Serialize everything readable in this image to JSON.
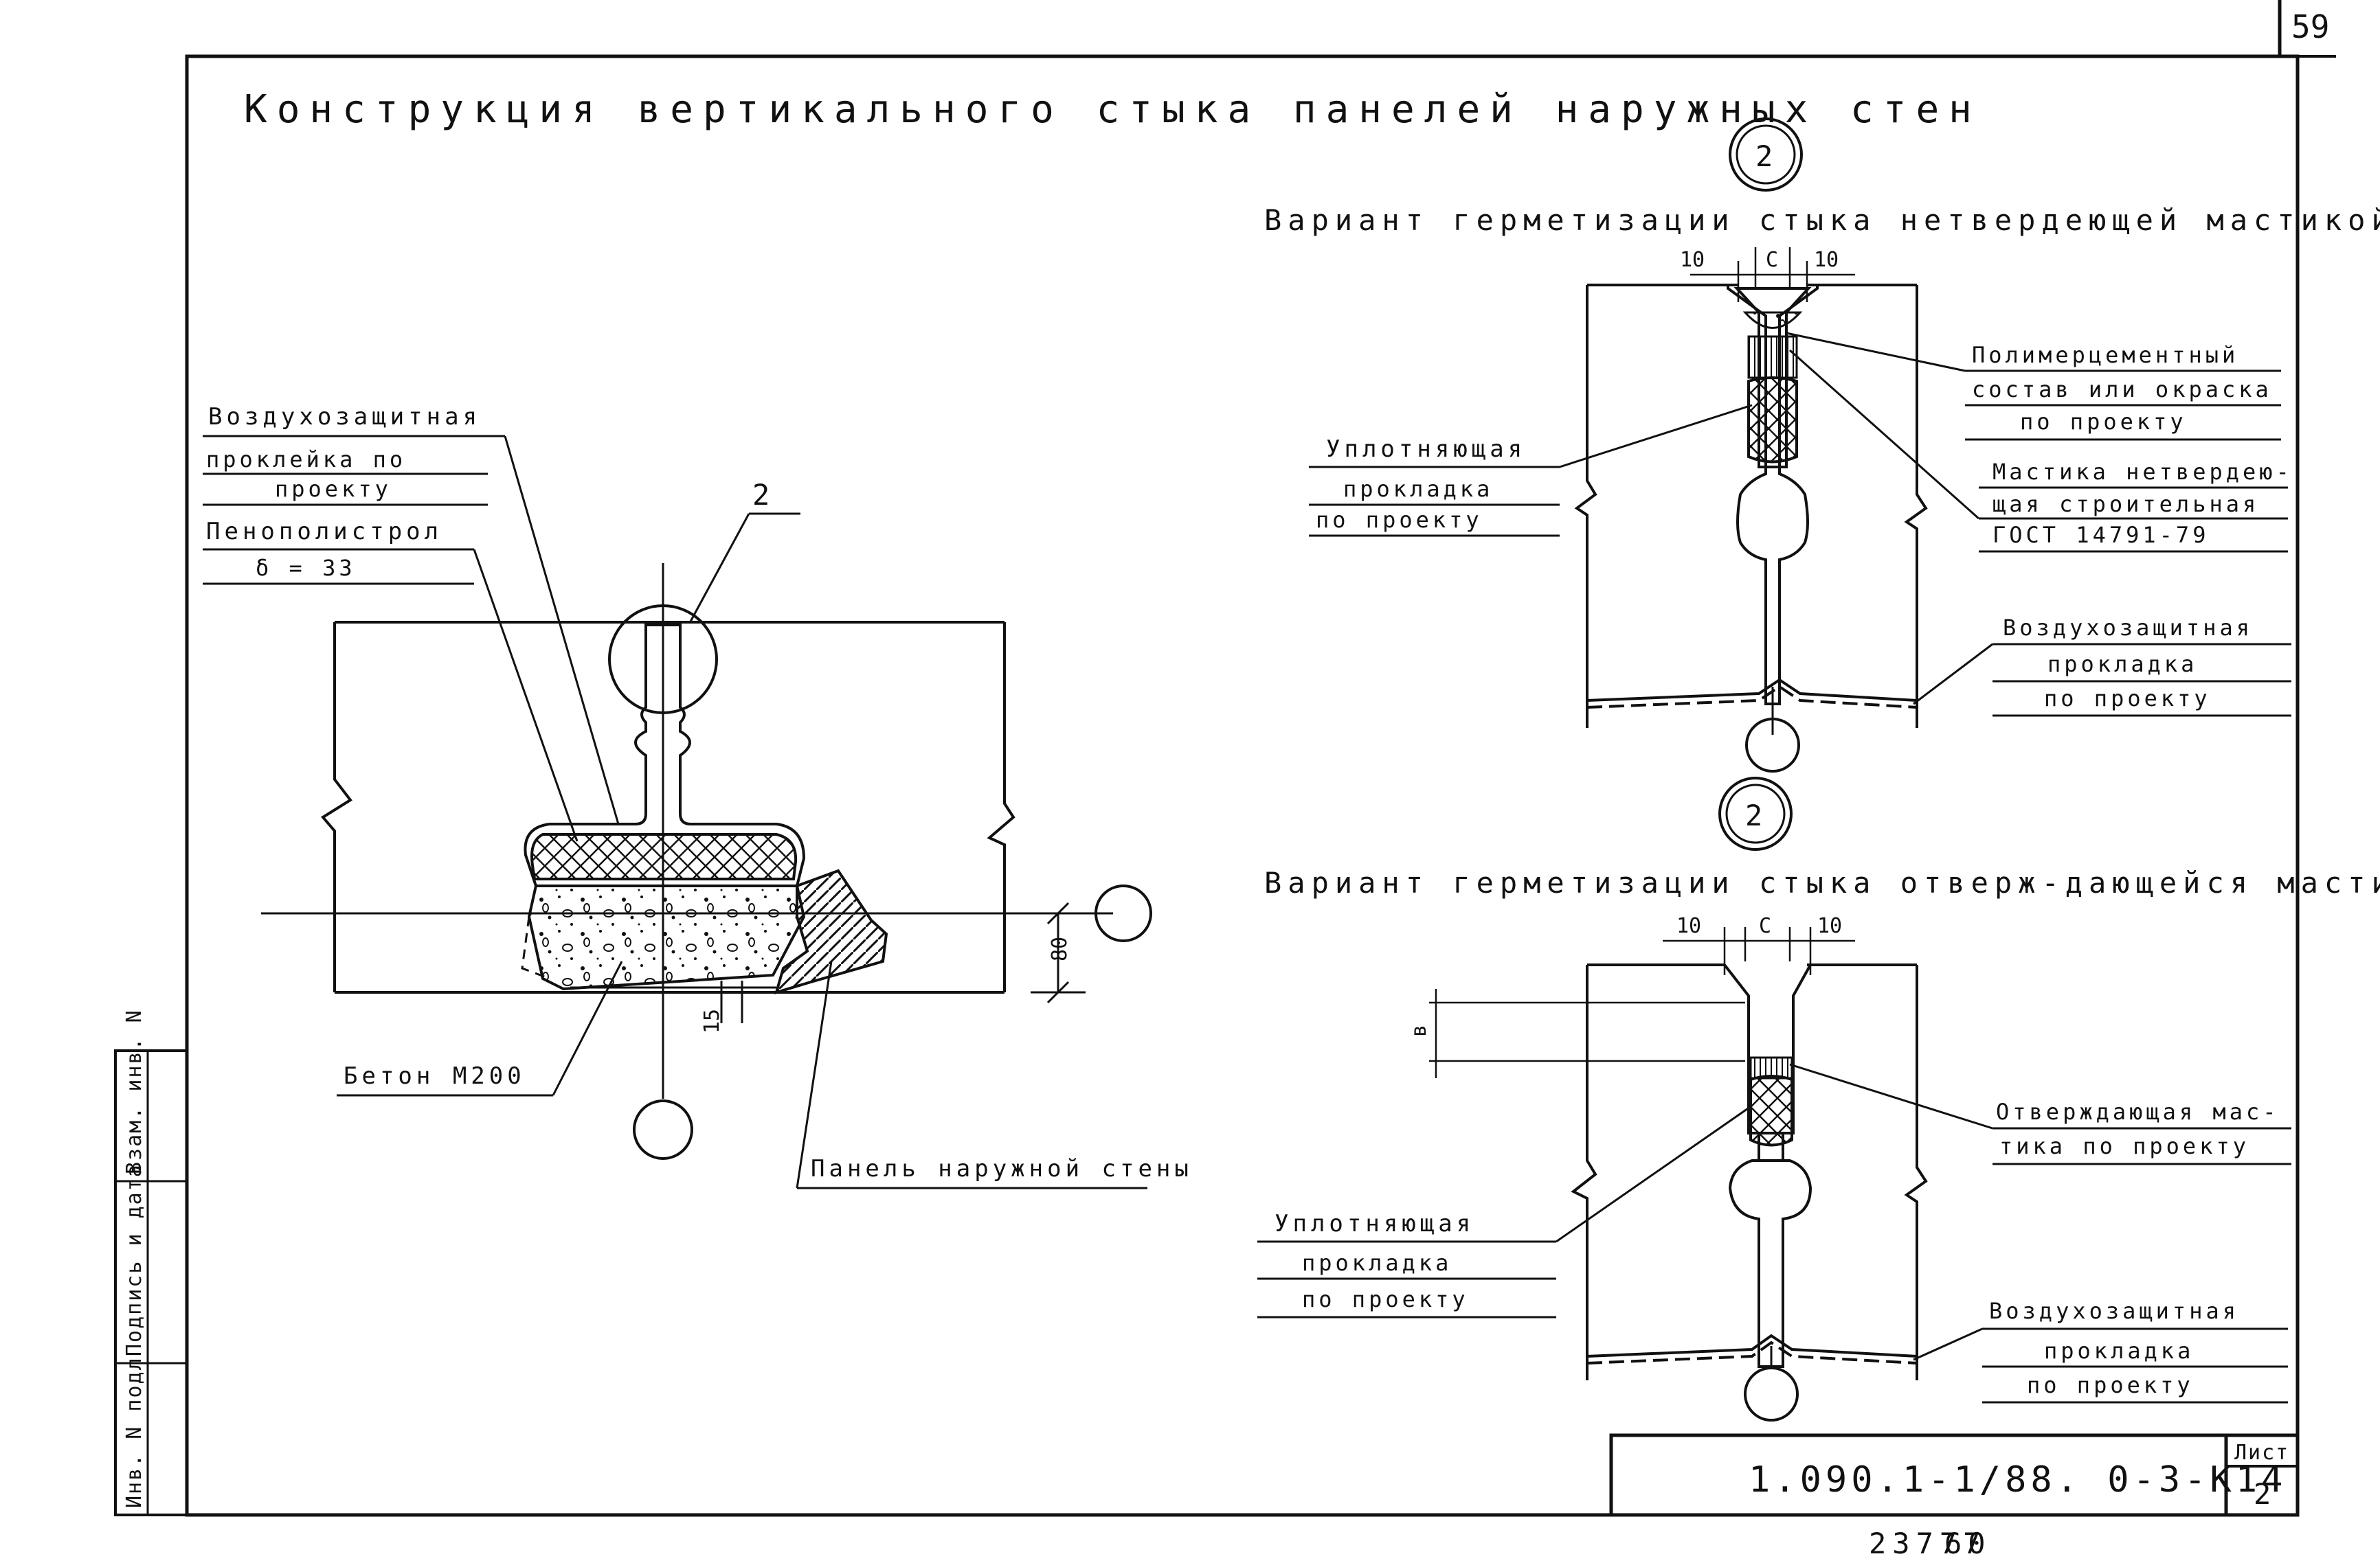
{
  "page_number": "59",
  "title": "Конструкция вертикального стыка панелей наружных стен",
  "left_detail": {
    "callout": "2",
    "labels": {
      "air_tape_1": "Воздухозащитная",
      "air_tape_2": "проклейка по",
      "air_tape_3": "проекту",
      "foam_1": "Пенополистрол",
      "foam_2": "δ = 33",
      "concrete": "Бетон М200",
      "panel": "Панель наружной стены"
    },
    "dims": {
      "d80": "80",
      "d15": "15"
    }
  },
  "variant1": {
    "callout": "2",
    "title": "Вариант герметизации стыка нетвердеющей мастикой",
    "dims": {
      "left": "10",
      "mid": "С",
      "right": "10"
    },
    "labels": {
      "polymer_1": "Полимерцементный",
      "polymer_2": "состав или окраска",
      "polymer_3": "по проекту",
      "mastic_1": "Мастика нетвердею-",
      "mastic_2": "щая строительная",
      "mastic_3": "ГОСТ 14791-79",
      "seal_1": "Уплотняющая",
      "seal_2": "прокладка",
      "seal_3": "по проекту",
      "air_1": "Воздухозащитная",
      "air_2": "прокладка",
      "air_3": "по проекту"
    }
  },
  "variant2": {
    "callout": "2",
    "title": "Вариант герметизации стыка отверж-дающейся мастикой",
    "dims": {
      "left": "10",
      "mid": "С",
      "right": "10",
      "depth": "в"
    },
    "labels": {
      "curing_1": "Отверждающая мас-",
      "curing_2": "тика по проекту",
      "seal_1": "Уплотняющая",
      "seal_2": "прокладка",
      "seal_3": "по проекту",
      "air_1": "Воздухозащитная",
      "air_2": "прокладка",
      "air_3": "по проекту"
    }
  },
  "side_stamp": {
    "col1": "Инв. N подл",
    "col2": "Подпись и дата",
    "col3": "Взам. инв. N"
  },
  "title_block": {
    "code": "1.090.1-1/88. 0-3-К14",
    "sheet_label": "Лист",
    "sheet_number": "2"
  },
  "footer": {
    "num1": "23777",
    "num2": "60"
  }
}
